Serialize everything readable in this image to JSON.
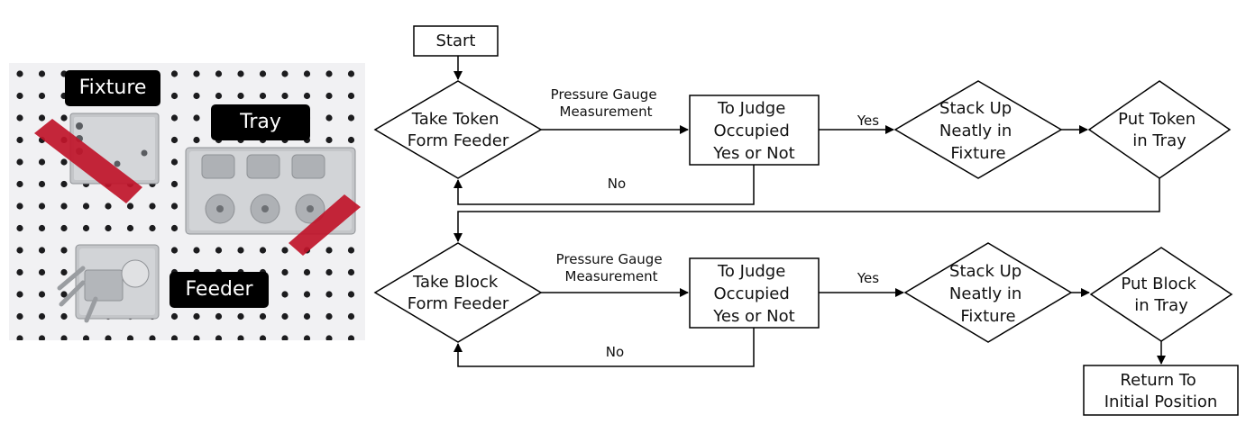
{
  "photo": {
    "labels": {
      "fixture": "Fixture",
      "tray": "Tray",
      "feeder": "Feeder"
    },
    "colors": {
      "pegboard": "#f1f1f3",
      "hole": "#1c1c1e",
      "metal": "#c4c6c9",
      "metal_dark": "#8f9296",
      "tape": "#c0152a",
      "label_bg": "#000000"
    }
  },
  "flow": {
    "start": "Start",
    "row1": {
      "take": [
        "Take Token",
        "Form Feeder"
      ],
      "edge_label": [
        "Pressure Gauge",
        "Measurement"
      ],
      "judge": [
        "To Judge",
        "Occupied",
        "Yes or Not"
      ],
      "yes": "Yes",
      "no": "No",
      "stack": [
        "Stack Up",
        "Neatly in",
        "Fixture"
      ],
      "put": [
        "Put Token",
        "in Tray"
      ]
    },
    "row2": {
      "take": [
        "Take Block",
        "Form Feeder"
      ],
      "edge_label": [
        "Pressure Gauge",
        "Measurement"
      ],
      "judge": [
        "To Judge",
        "Occupied",
        "Yes or Not"
      ],
      "yes": "Yes",
      "no": "No",
      "stack": [
        "Stack Up",
        "Neatly in",
        "Fixture"
      ],
      "put": [
        "Put Block",
        "in Tray"
      ]
    },
    "end": [
      "Return To",
      "Initial Position"
    ]
  }
}
